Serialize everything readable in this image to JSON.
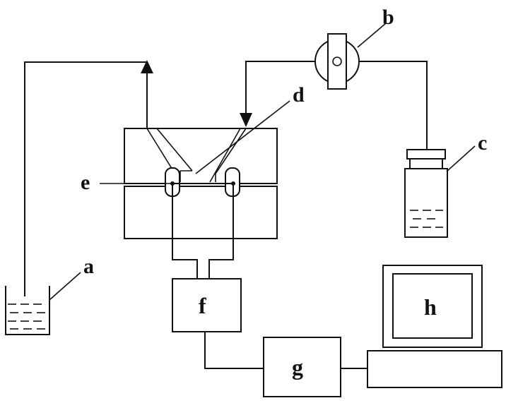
{
  "labels": {
    "a": "a",
    "b": "b",
    "c": "c",
    "d": "d",
    "e": "e",
    "f": "f",
    "g": "g",
    "h": "h"
  },
  "colors": {
    "stroke": "#111111",
    "background": "#ffffff"
  }
}
